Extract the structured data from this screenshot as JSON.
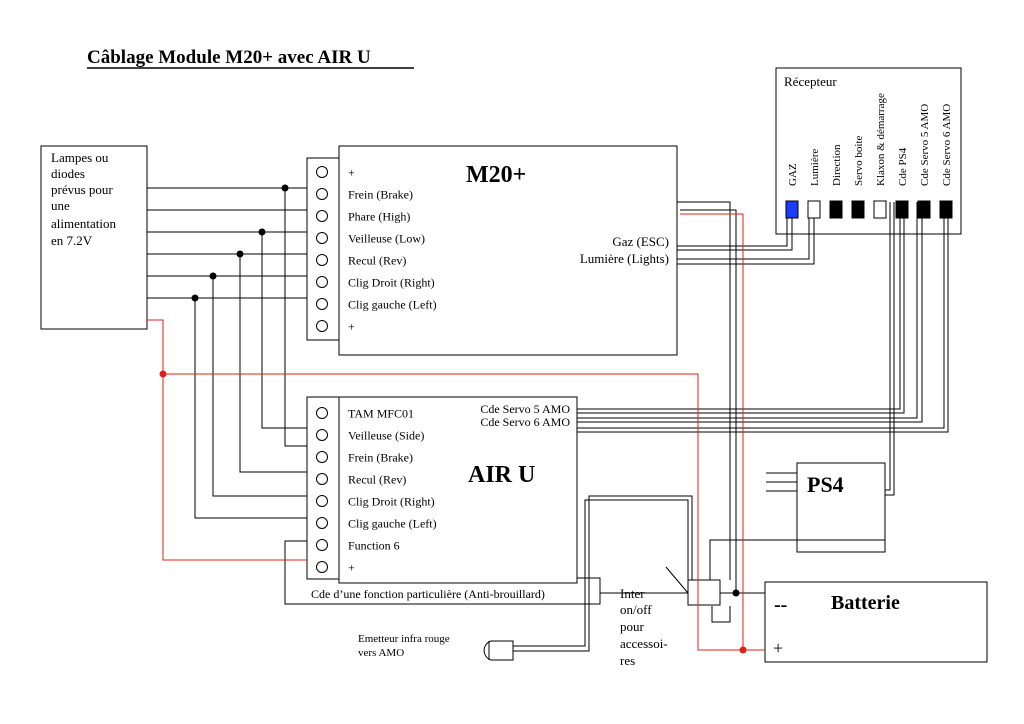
{
  "title": "Câblage Module M20+ avec AIR U",
  "lamps_box": {
    "lines": [
      "Lampes ou",
      "diodes",
      "prévus pour",
      "une",
      "alimentation",
      "en 7.2V"
    ]
  },
  "m20": {
    "name": "M20+",
    "terminals": [
      "+",
      "Frein (Brake)",
      "Phare (High)",
      "Veilleuse (Low)",
      "Recul (Rev)",
      "Clig Droit (Right)",
      "Clig gauche (Left)",
      "+"
    ],
    "outputs": [
      "Gaz (ESC)",
      "Lumière (Lights)"
    ]
  },
  "airu": {
    "name": "AIR U",
    "terminals": [
      "TAM MFC01",
      "Veilleuse (Side)",
      "Frein (Brake)",
      "Recul (Rev)",
      "Clig Droit (Right)",
      "Clig gauche (Left)",
      "Function 6",
      "+"
    ],
    "outputs": [
      "Cde Servo 5 AMO",
      "Cde Servo 6 AMO"
    ]
  },
  "receiver": {
    "name": "Récepteur",
    "channels": [
      "GAZ",
      "Lumière",
      "Direction",
      "Servo boite",
      "Klaxon & démarrage",
      "Cde PS4",
      "Cde Servo 5 AMO",
      "Cde Servo 6 AMO"
    ],
    "channel_colors": [
      "#1a3cff",
      "#ffffff",
      "#000000",
      "#000000",
      "#ffffff",
      "#000000",
      "#000000",
      "#000000"
    ]
  },
  "ps4": {
    "name": "PS4"
  },
  "battery": {
    "name": "Batterie",
    "minus": "--",
    "plus": "+"
  },
  "switch_label": [
    "Inter",
    "on/off",
    "pour",
    "accessoi-",
    "res"
  ],
  "fog_label": "Cde d’une fonction particulière (Anti-brouillard)",
  "ir_label": [
    "Emetteur infra rouge",
    "vers AMO"
  ],
  "colors": {
    "positive_wire": "#e0201a",
    "wire": "#000000",
    "channel_gaz": "#1a3cff"
  }
}
